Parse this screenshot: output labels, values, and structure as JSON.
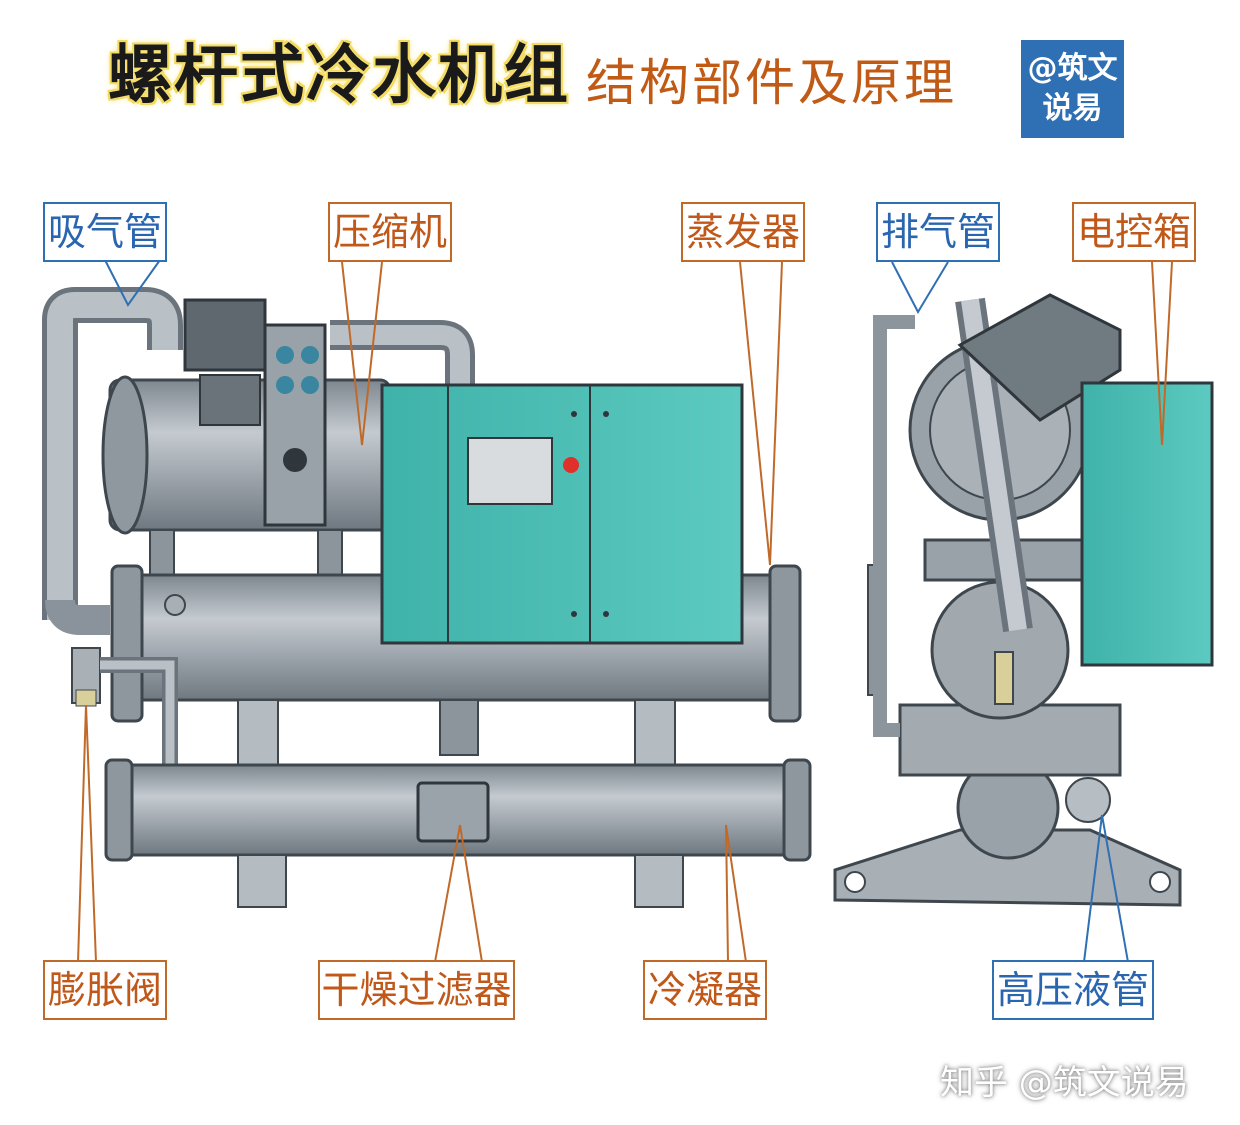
{
  "title": {
    "main": "螺杆式冷水机组",
    "sub": "结构部件及原理"
  },
  "badge": {
    "line1": "@筑文",
    "line2": "说易"
  },
  "labels": {
    "suction_pipe": "吸气管",
    "compressor": "压缩机",
    "evaporator": "蒸发器",
    "discharge_pipe": "排气管",
    "control_box": "电控箱",
    "expansion_valve": "膨胀阀",
    "filter_drier": "干燥过滤器",
    "condenser": "冷凝器",
    "high_pressure_liquid_pipe": "高压液管"
  },
  "watermark": "知乎 @筑文说易",
  "colors": {
    "orange": "#c0581a",
    "blue": "#2a66b0",
    "machine_gray": "#9aa3ab",
    "panel_teal": "#4fc1b8",
    "badge_bg": "#2f6fb4"
  }
}
